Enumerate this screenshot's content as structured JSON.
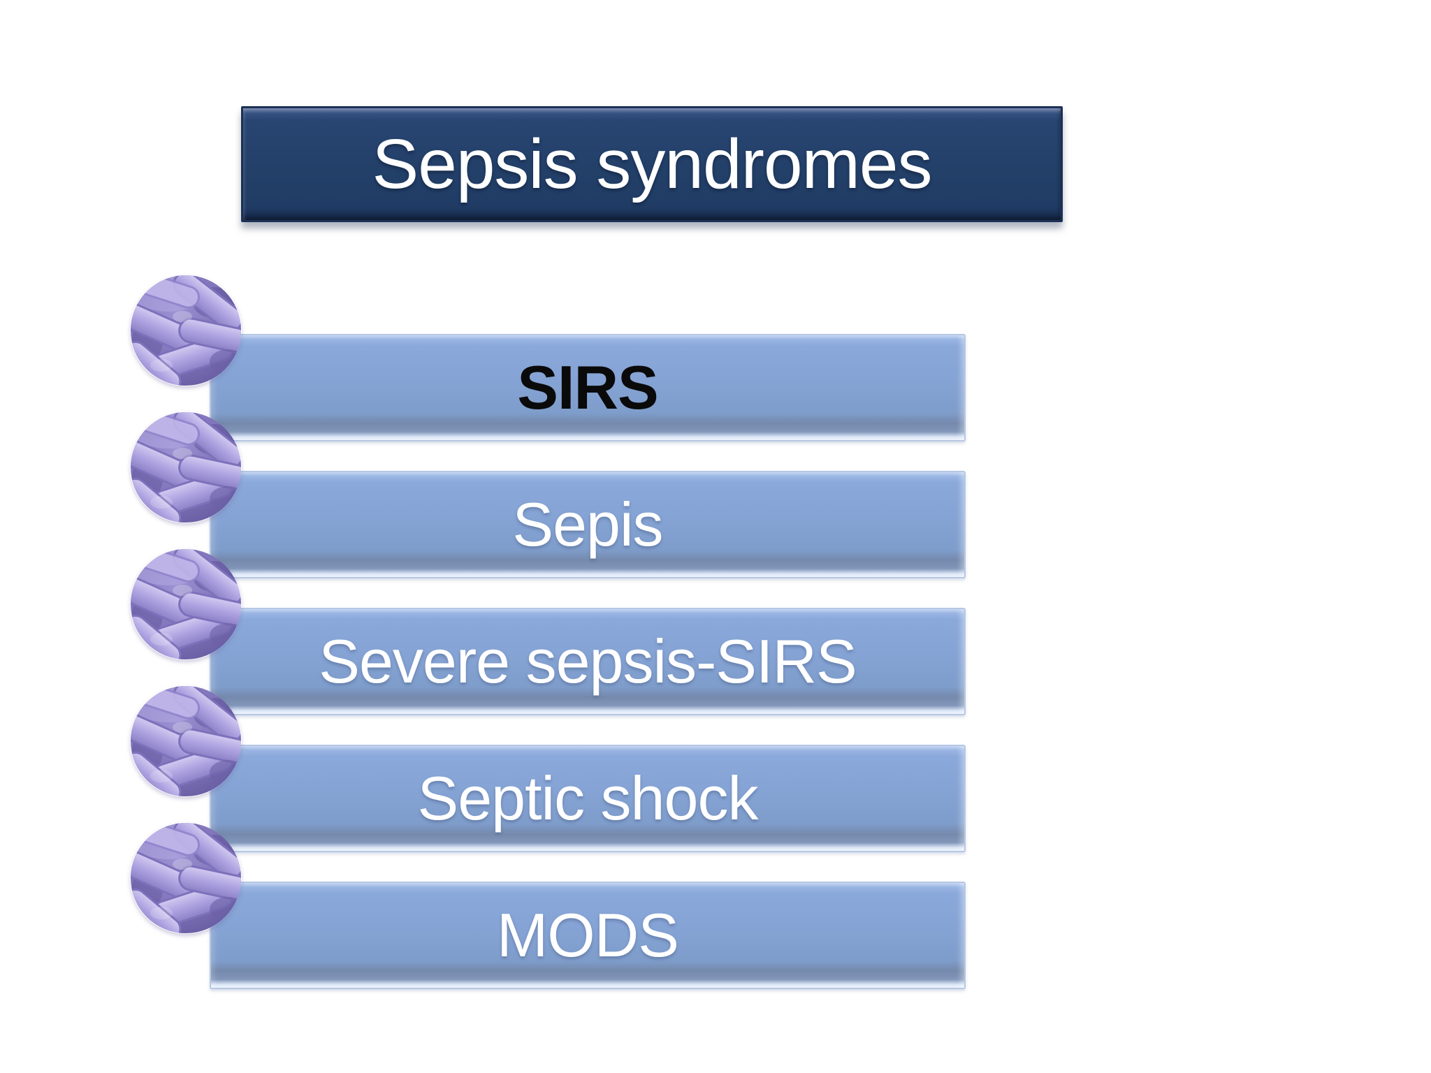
{
  "slide": {
    "title": "Sepsis syndromes",
    "items": [
      {
        "label": "SIRS"
      },
      {
        "label": "Sepis"
      },
      {
        "label": "Severe sepsis-SIRS"
      },
      {
        "label": "Septic shock"
      },
      {
        "label": "MODS"
      }
    ],
    "icon": "bacteria-photo",
    "colors": {
      "background": "#ffffff",
      "title_box": "#24406b",
      "title_text": "#ffffff",
      "bar_fill": "#84a2d3",
      "bar_border": "#b6c7e5",
      "bar_text": "#ffffff",
      "first_item_text": "#0a0a0a",
      "bacteria_purple": "#8478bd"
    }
  }
}
